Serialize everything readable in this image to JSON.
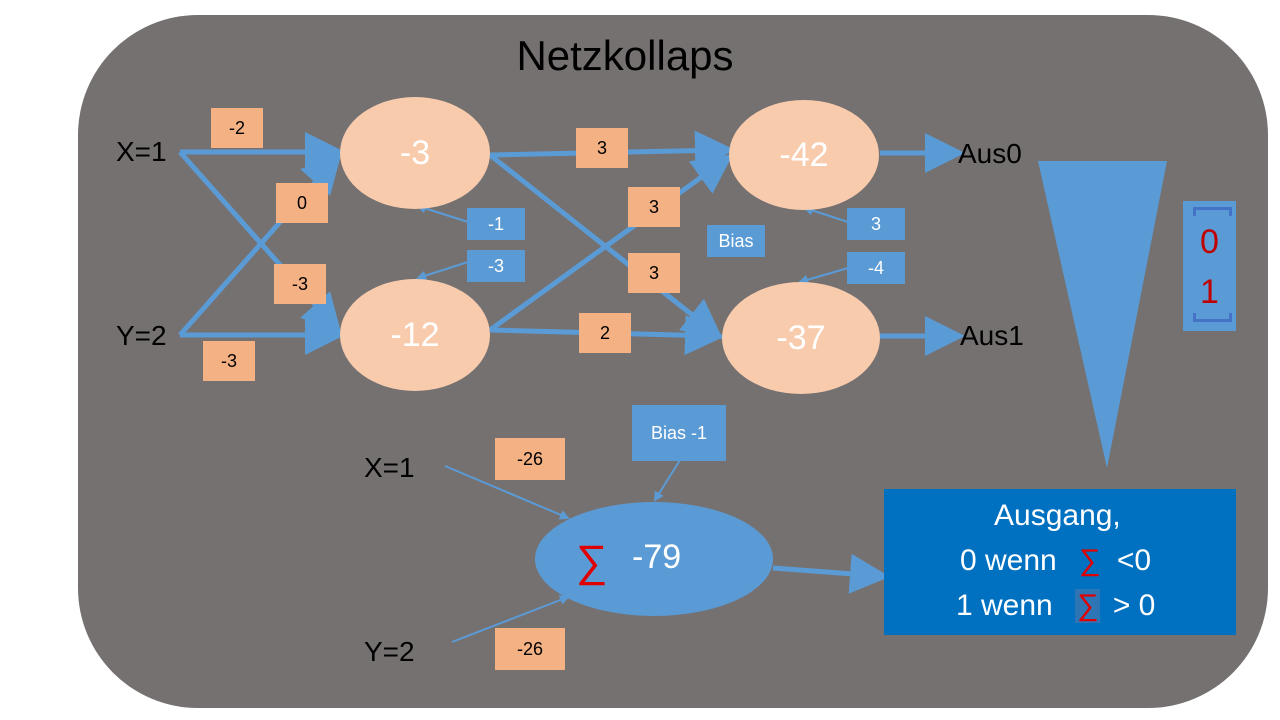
{
  "title": "Netzkollaps",
  "network": {
    "input_x": "X=1",
    "input_y": "Y=2",
    "hidden_top": "-3",
    "hidden_bottom": "-12",
    "out_top": "-42",
    "out_bottom": "-37",
    "out_label_0": "Aus0",
    "out_label_1": "Aus1",
    "w_x_top": "-2",
    "w_y_top": "0",
    "w_x_bottom": "-3",
    "w_y_bottom": "-3",
    "w_h1_o1": "3",
    "w_h2_o1": "3",
    "w_h1_o2": "3",
    "w_h2_o2": "2",
    "bias_h1": "-1",
    "bias_h2": "-3",
    "bias_o1": "3",
    "bias_o2": "-4",
    "bias_label": "Bias"
  },
  "collapsed": {
    "input_x": "X=1",
    "input_y": "Y=2",
    "w_x": "-26",
    "w_y": "-26",
    "bias": "Bias -1",
    "sigma": "∑",
    "value": "-79"
  },
  "output_box": {
    "line1": "Ausgang,",
    "line2_pre": "0 wenn",
    "line2_sigma": "∑",
    "line2_post": "<0",
    "line3_pre": "1 wenn",
    "line3_sigma": "∑",
    "line3_post": "> 0"
  },
  "vector": {
    "top": "0",
    "bottom": "1"
  },
  "colors": {
    "background": "#757171",
    "node": "#F8CBAD",
    "weight": "#F4B183",
    "bias": "#5B9BD5",
    "output_box": "#0070C0",
    "sigma": "#E00000"
  }
}
